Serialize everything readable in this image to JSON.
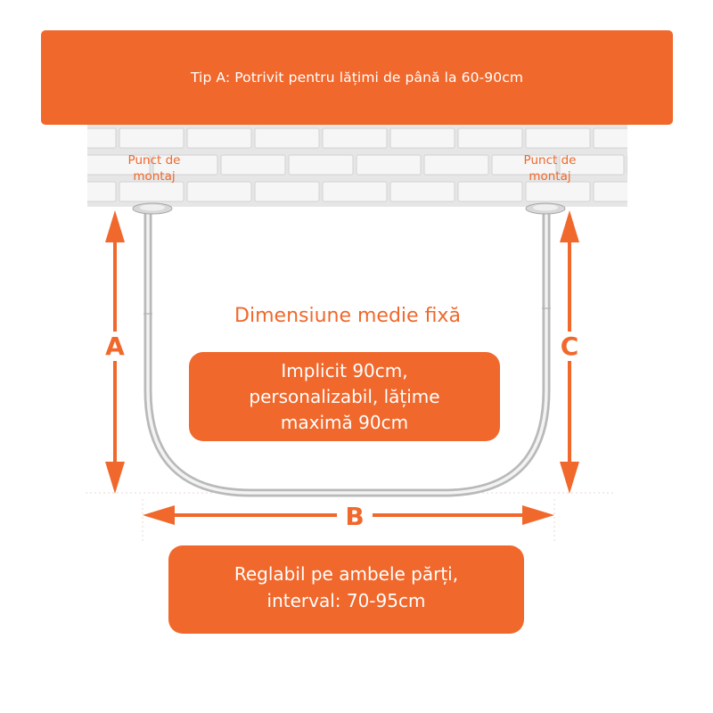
{
  "banner": {
    "text": "Tip A: Potrivit pentru lățimi de până la 60-90cm"
  },
  "mount_points": {
    "left_label": "Punct de montaj",
    "right_label": "Punct de montaj"
  },
  "dimensions": {
    "a_label": "A",
    "b_label": "B",
    "c_label": "C"
  },
  "middle": {
    "title": "Dimensiune medie fixă",
    "default_lines": [
      "Implicit 90cm,",
      "personalizabil, lățime",
      "maximă 90cm"
    ]
  },
  "adjust": {
    "lines": [
      "Reglabil pe ambele părți,",
      "interval: 70-95cm"
    ]
  },
  "colors": {
    "accent": "#f0682c",
    "wall": "#e9e9e9",
    "rod": "#c8c8c8"
  }
}
